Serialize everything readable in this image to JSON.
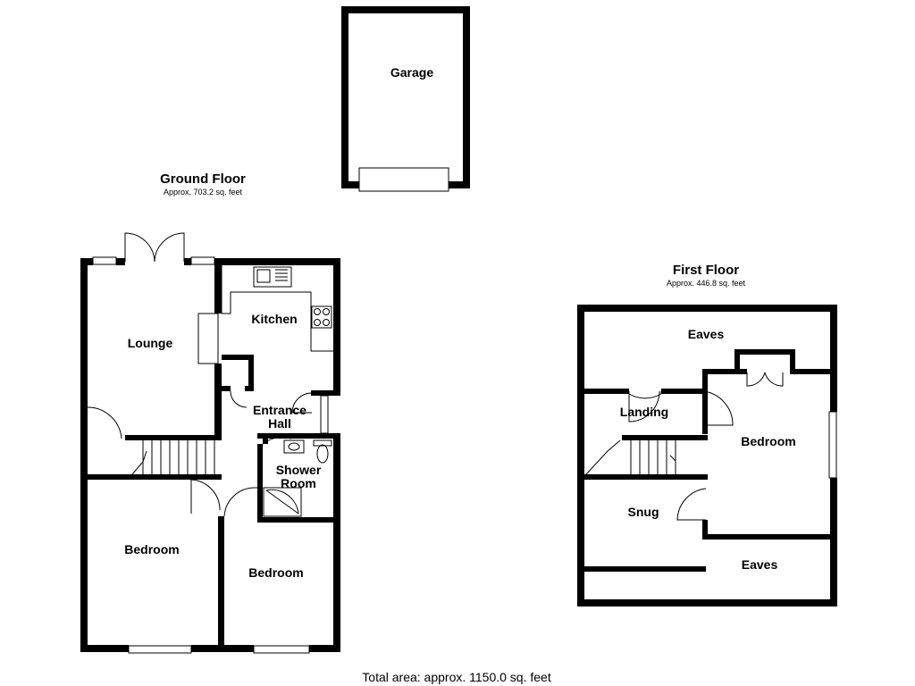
{
  "ground_floor": {
    "title": "Ground Floor",
    "area": "Approx. 703.2 sq. feet",
    "rooms": {
      "lounge": "Lounge",
      "kitchen": "Kitchen",
      "entrance_hall_line1": "Entrance",
      "entrance_hall_line2": "Hall",
      "shower_room_line1": "Shower",
      "shower_room_line2": "Room",
      "bedroom_left": "Bedroom",
      "bedroom_right": "Bedroom"
    }
  },
  "garage": {
    "label": "Garage"
  },
  "first_floor": {
    "title": "First Floor",
    "area": "Approx. 446.8 sq. feet",
    "rooms": {
      "eaves_top": "Eaves",
      "landing": "Landing",
      "bedroom": "Bedroom",
      "snug": "Snug",
      "eaves_bottom": "Eaves"
    }
  },
  "total_area": "Total area: approx. 1150.0 sq. feet"
}
